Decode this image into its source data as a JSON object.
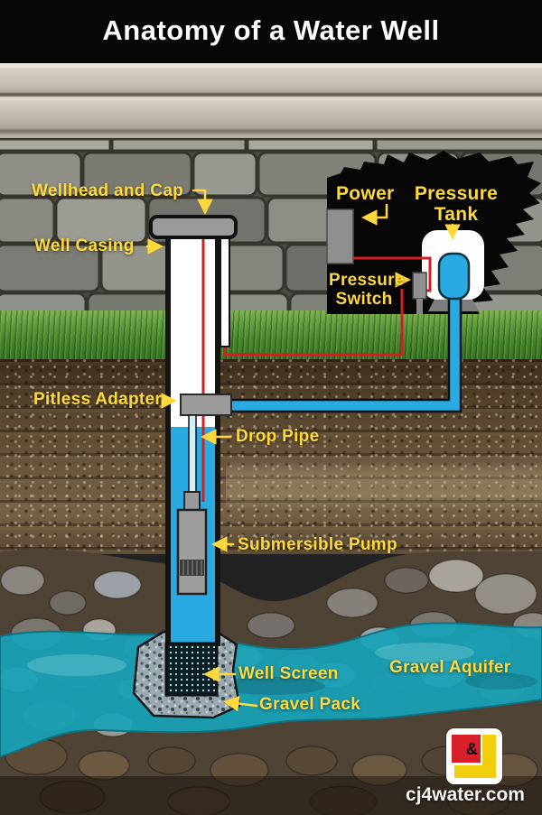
{
  "title": "Anatomy of a Water Well",
  "labels": {
    "wellhead": "Wellhead and Cap",
    "casing": "Well Casing",
    "power": "Power",
    "tank_line1": "Pressure",
    "tank_line2": "Tank",
    "switch_line1": "Pressure",
    "switch_line2": "Switch",
    "pitless": "Pitless Adapter",
    "drop_pipe": "Drop Pipe",
    "pump": "Submersible Pump",
    "screen": "Well Screen",
    "gravel_pack": "Gravel Pack",
    "aquifer": "Gravel Aquifer"
  },
  "footer": {
    "website": "cj4water.com",
    "logo_ampersand": "&"
  },
  "colors": {
    "label_yellow": "#ffd83c",
    "wire_red": "#d21f26",
    "water_blue": "#29abe2",
    "aquifer_teal": "#17a3b8",
    "metal_gray": "#9b9b9b",
    "title_bg": "#060606"
  }
}
